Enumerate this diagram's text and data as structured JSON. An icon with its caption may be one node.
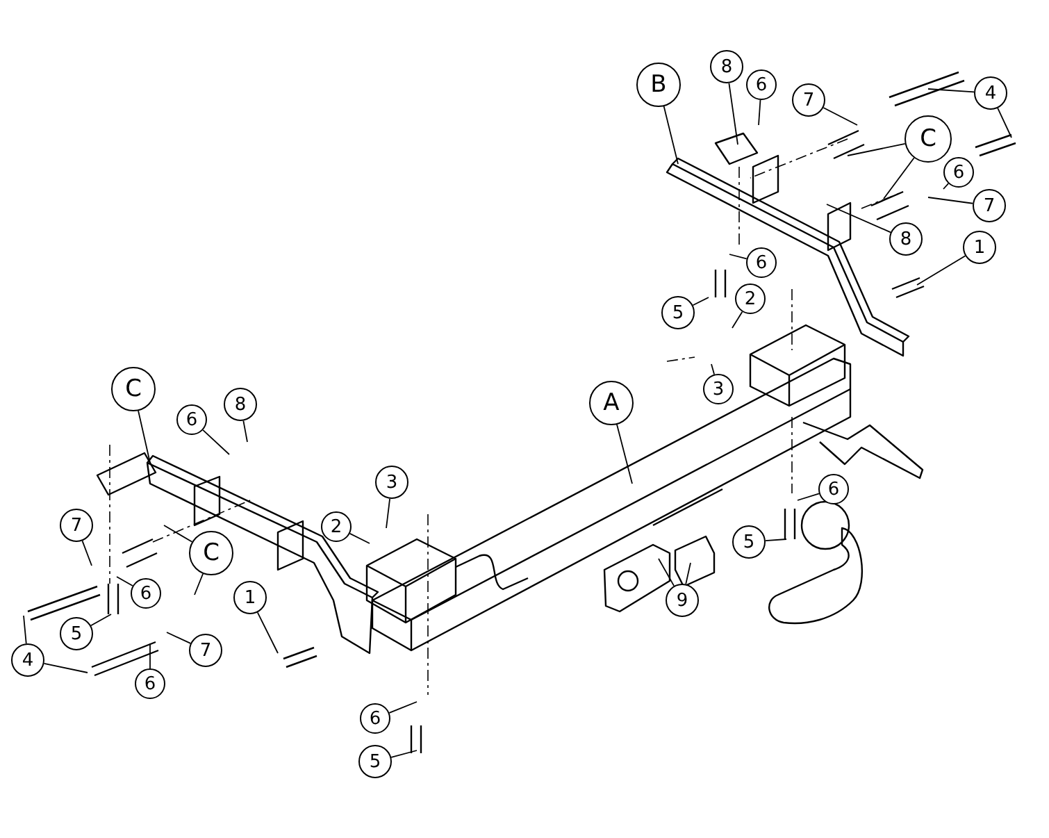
{
  "diagram": {
    "nodes": [
      {
        "text": [
          "B"
        ]
      },
      {
        "text": [
          "8"
        ]
      },
      {
        "text": [
          "6"
        ]
      },
      {
        "text": [
          "7"
        ]
      },
      {
        "text": [
          "4"
        ]
      },
      {
        "text": [
          "C"
        ]
      },
      {
        "text": [
          "6"
        ]
      },
      {
        "text": [
          "7"
        ]
      },
      {
        "text": [
          "8"
        ]
      },
      {
        "text": [
          "1"
        ]
      },
      {
        "text": [
          "6"
        ]
      },
      {
        "text": [
          "5"
        ]
      },
      {
        "text": [
          "2"
        ]
      },
      {
        "text": [
          "3"
        ]
      },
      {
        "text": [
          "A"
        ]
      },
      {
        "text": [
          "C"
        ]
      },
      {
        "text": [
          "6"
        ]
      },
      {
        "text": [
          "8"
        ]
      },
      {
        "text": [
          "3"
        ]
      },
      {
        "text": [
          "2"
        ]
      },
      {
        "text": [
          "7"
        ]
      },
      {
        "text": [
          "C"
        ]
      },
      {
        "text": [
          "6"
        ]
      },
      {
        "text": [
          "5"
        ]
      },
      {
        "text": [
          "4"
        ]
      },
      {
        "text": [
          "1"
        ]
      },
      {
        "text": [
          "7"
        ]
      },
      {
        "text": [
          "6"
        ]
      },
      {
        "text": [
          "6"
        ]
      },
      {
        "text": [
          "5"
        ]
      },
      {
        "text": [
          "9"
        ]
      },
      {
        "text": [
          "6"
        ]
      },
      {
        "text": [
          "5"
        ]
      }
    ],
    "edges": [
      {
        "from": 0,
        "to": null,
        "arrow": "none"
      },
      {
        "from": 1,
        "to": null,
        "arrow": "none"
      },
      {
        "from": 2,
        "to": null,
        "arrow": "none"
      },
      {
        "from": 3,
        "to": null,
        "arrow": "none"
      },
      {
        "from": 4,
        "to": null,
        "arrow": "none"
      },
      {
        "from": 4,
        "to": null,
        "arrow": "none"
      },
      {
        "from": 5,
        "to": null,
        "arrow": "none"
      },
      {
        "from": 5,
        "to": null,
        "arrow": "none"
      },
      {
        "from": 6,
        "to": null,
        "arrow": "none"
      },
      {
        "from": 7,
        "to": null,
        "arrow": "none"
      },
      {
        "from": 8,
        "to": null,
        "arrow": "none"
      },
      {
        "from": 9,
        "to": null,
        "arrow": "none"
      },
      {
        "from": 10,
        "to": null,
        "arrow": "none"
      },
      {
        "from": 11,
        "to": null,
        "arrow": "none"
      },
      {
        "from": 12,
        "to": null,
        "arrow": "none"
      },
      {
        "from": 13,
        "to": null,
        "arrow": "none"
      },
      {
        "from": 14,
        "to": null,
        "arrow": "none"
      },
      {
        "from": 15,
        "to": null,
        "arrow": "none"
      },
      {
        "from": 16,
        "to": null,
        "arrow": "none"
      },
      {
        "from": 17,
        "to": null,
        "arrow": "none"
      },
      {
        "from": 18,
        "to": null,
        "arrow": "none"
      },
      {
        "from": 19,
        "to": null,
        "arrow": "none"
      },
      {
        "from": 20,
        "to": null,
        "arrow": "none"
      },
      {
        "from": 21,
        "to": null,
        "arrow": "none"
      },
      {
        "from": 21,
        "to": null,
        "arrow": "none"
      },
      {
        "from": 22,
        "to": null,
        "arrow": "none"
      },
      {
        "from": 23,
        "to": null,
        "arrow": "none"
      },
      {
        "from": 24,
        "to": null,
        "arrow": "none"
      },
      {
        "from": 24,
        "to": null,
        "arrow": "none"
      },
      {
        "from": 25,
        "to": null,
        "arrow": "none"
      },
      {
        "from": 26,
        "to": null,
        "arrow": "none"
      },
      {
        "from": 27,
        "to": null,
        "arrow": "none"
      },
      {
        "from": 28,
        "to": null,
        "arrow": "none"
      },
      {
        "from": 29,
        "to": null,
        "arrow": "none"
      },
      {
        "from": 30,
        "to": null,
        "arrow": "none"
      },
      {
        "from": 30,
        "to": null,
        "arrow": "none"
      },
      {
        "from": 31,
        "to": null,
        "arrow": "none"
      },
      {
        "from": 32,
        "to": null,
        "arrow": "none"
      }
    ]
  }
}
